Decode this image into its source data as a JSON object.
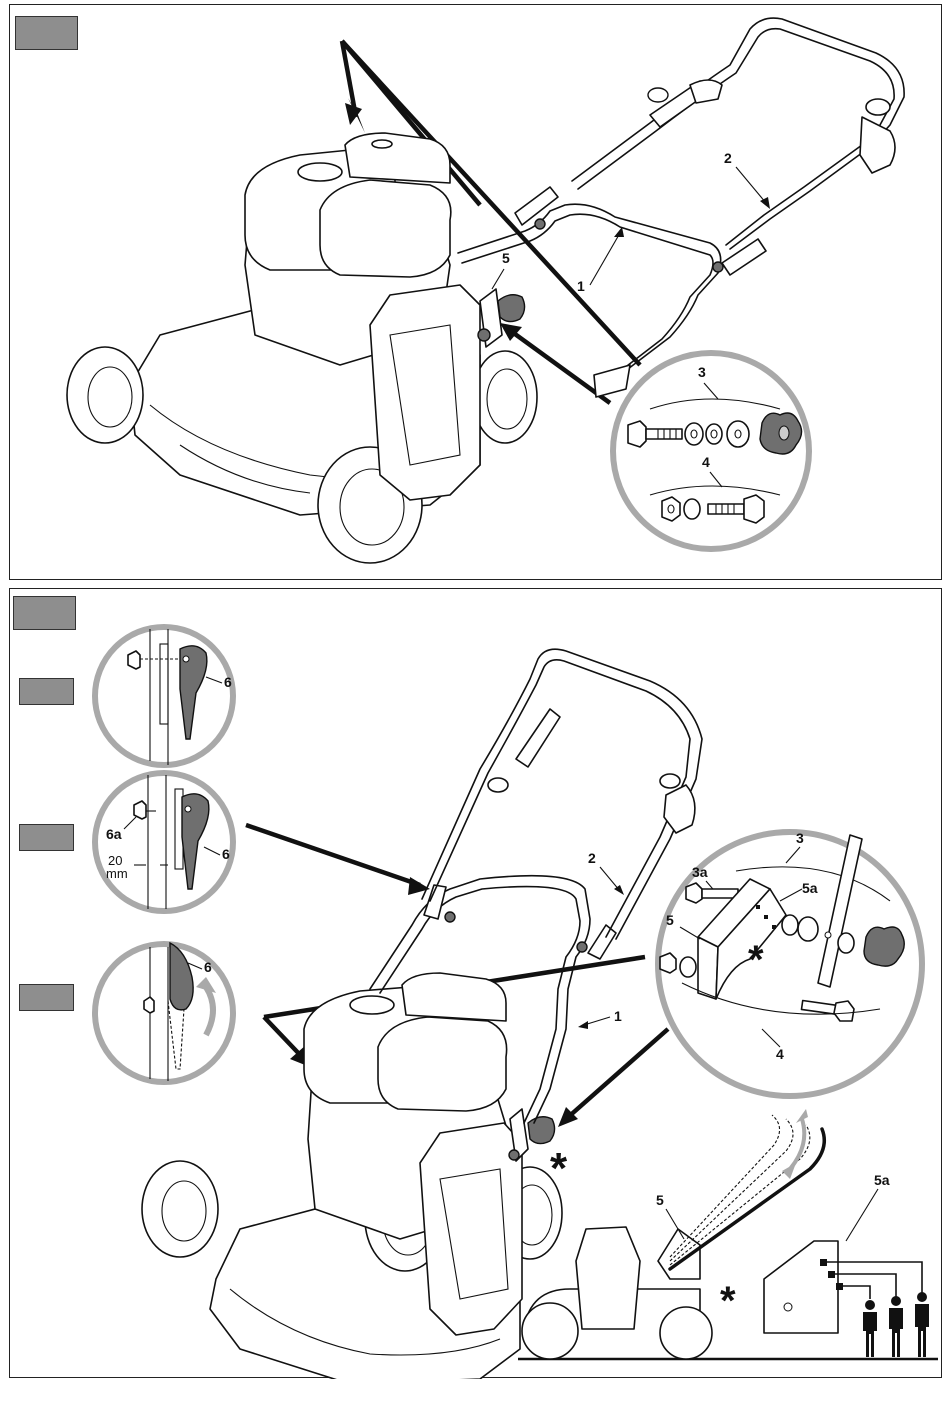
{
  "figure_top": {
    "callouts": {
      "c1": "1",
      "c2": "2",
      "c3": "3",
      "c4": "4",
      "c5": "5"
    }
  },
  "figure_bottom": {
    "callouts": {
      "c1": "1",
      "c2": "2",
      "c3": "3",
      "c3a": "3a",
      "c4": "4",
      "c5": "5",
      "c5a": "5a",
      "c6": "6",
      "c6a": "6a",
      "c5_side": "5",
      "c5a_side": "5a"
    },
    "gap_value": "20",
    "gap_unit": "mm",
    "asterisk": "*"
  },
  "colors": {
    "tag_grey": "#8e8e8e",
    "circle_frame": "#a9a9a9",
    "part_grey": "#6f6f6f"
  }
}
